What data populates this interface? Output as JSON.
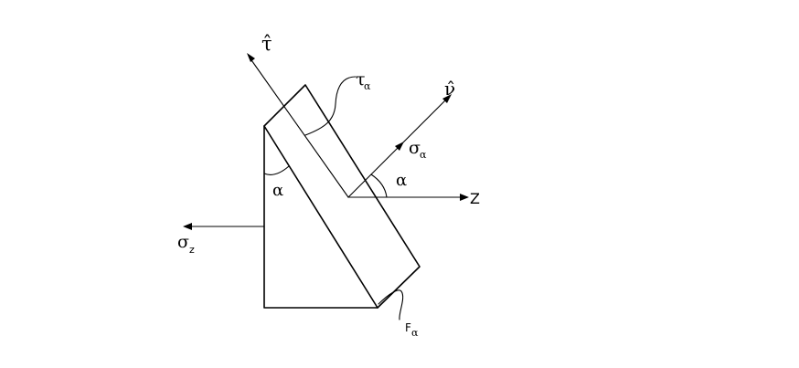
{
  "labels": {
    "tau_axis": "τ̂",
    "nu_axis": "ν̂",
    "z_axis": "Z",
    "tau_alpha_main": "τ",
    "tau_alpha_sub": "α",
    "sigma_alpha_main": "σ",
    "sigma_alpha_sub": "α",
    "sigma_z_main": "σ",
    "sigma_z_sub": "z",
    "alpha_left": "α",
    "alpha_right": "α",
    "f_alpha_main": "F",
    "f_alpha_sub": "α"
  }
}
